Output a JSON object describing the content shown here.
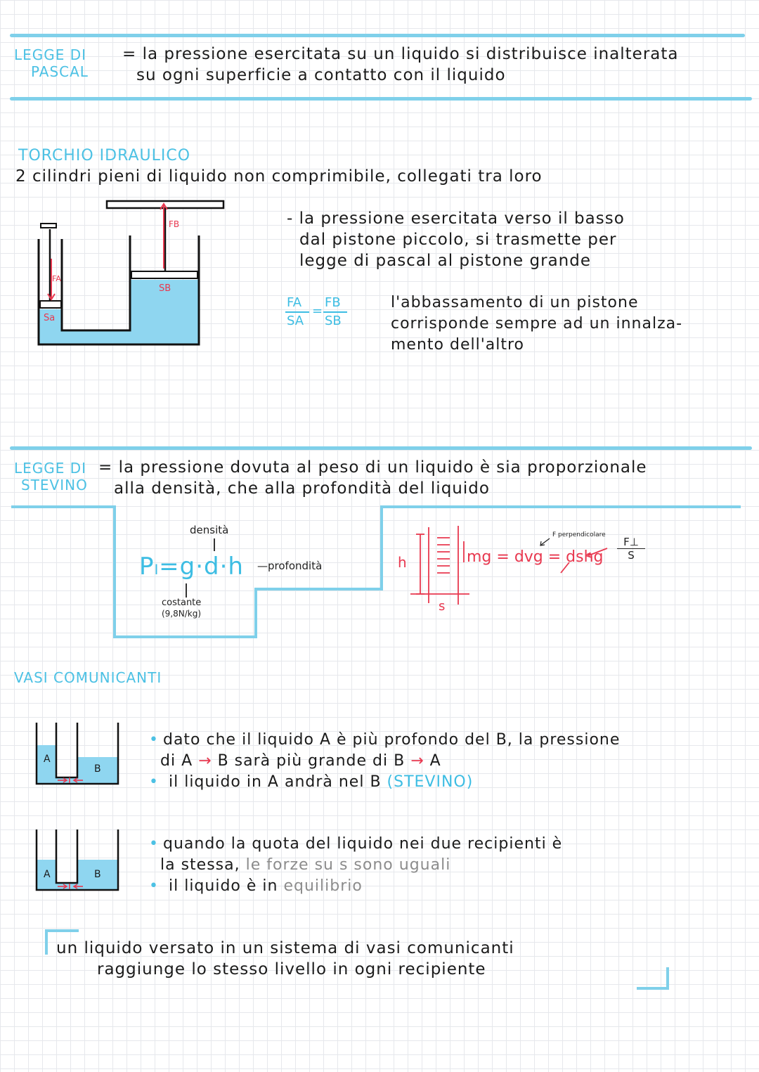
{
  "pascal": {
    "title_line1": "LEGGE DI",
    "title_line2": "PASCAL",
    "def_line1": "= la pressione esercitata su un liquido si distribuisce inalterata",
    "def_line2": "su ogni superficie a contatto con il liquido"
  },
  "torchio": {
    "title": "TORCHIO IDRAULICO",
    "subtitle": "2 cilindri pieni di liquido non comprimibile, collegati tra loro",
    "labels": {
      "fa": "FA",
      "fb": "FB",
      "sa": "Sa",
      "sb": "SB"
    },
    "bullet_line1": "- la pressione esercitata verso il basso",
    "bullet_line2": "dal pistone piccolo, si trasmette per",
    "bullet_line3": "legge di pascal al pistone grande",
    "formula": {
      "fa": "FA",
      "sa": "SA",
      "eq": "=",
      "fb": "FB",
      "sb": "SB"
    },
    "note_line1": "l'abbassamento di un pistone",
    "note_line2": "corrisponde sempre ad un innalza-",
    "note_line3": "mento dell'altro"
  },
  "stevino": {
    "title_line1": "LEGGE DI",
    "title_line2": "STEVINO",
    "def_line1": "= la pressione dovuta al peso di un liquido è sia proporzionale",
    "def_line2": "alla densità, che alla profondità del liquido",
    "formula": {
      "lhs": "Pₗ=g·d·h",
      "densita": "densità",
      "profondita": "—profondità",
      "costante": "costante",
      "costante_value": "(9,8N/kg)"
    },
    "sketch": {
      "h": "h",
      "s": "s",
      "eq": "mg = dvg = dshg",
      "perp": "F perpendicolare",
      "fs_num": "F⊥",
      "fs_den": "S"
    }
  },
  "vasi": {
    "title": "VASI COMUNICANTI",
    "label_a": "A",
    "label_b": "B",
    "case1": {
      "line1": "dato che il liquido A è più profondo del B, la pressione",
      "line2_pre": "di A",
      "line2_mid": "B sarà più grande di",
      "line2_post": "B",
      "line2_end": "A",
      "line3_pre": "il liquido in A andrà nel B",
      "line3_ref": "(STEVINO)"
    },
    "case2": {
      "line1": "quando la quota del liquido nei due recipienti è",
      "line2_pre": "la stessa,",
      "line2_grey": "le forze su s sono uguali",
      "line3_pre": "il liquido è in",
      "line3_grey": "equilibrio"
    },
    "conclusion_line1": "un liquido versato in un sistema di vasi comunicanti",
    "conclusion_line2": "raggiunge lo stesso livello in ogni recipiente"
  },
  "colors": {
    "accent": "#4cc1e4",
    "liquid": "#8fd6f0",
    "red": "#e8384f"
  }
}
